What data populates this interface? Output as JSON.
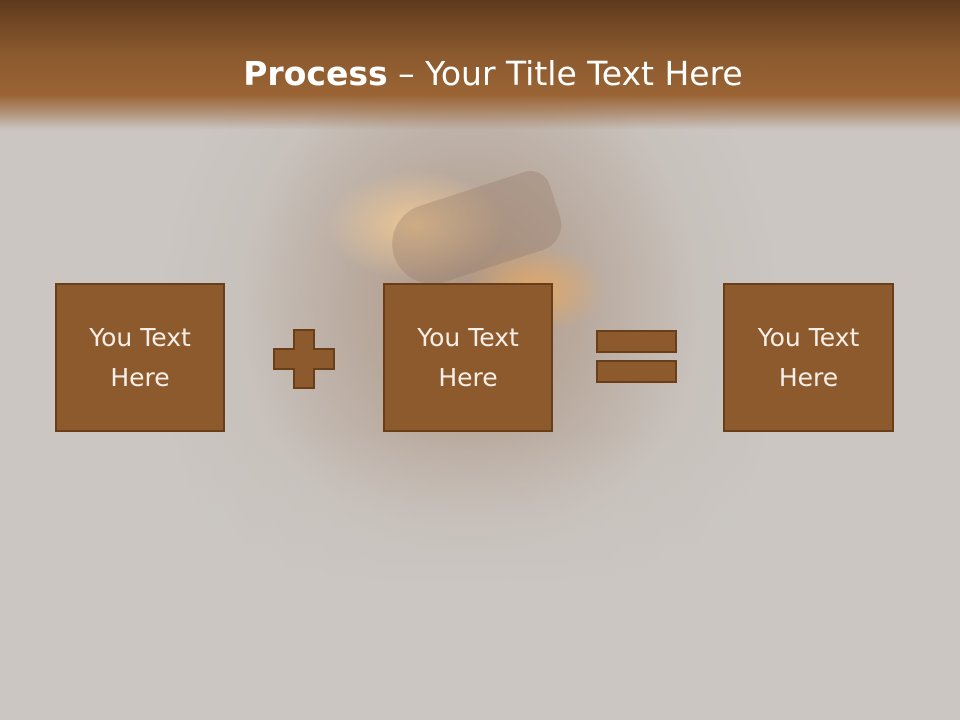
{
  "slide": {
    "title_bold": "Process",
    "title_rest": " – Your Title Text Here"
  },
  "process": {
    "boxes": [
      {
        "text": "You Text Here"
      },
      {
        "text": "You Text Here"
      },
      {
        "text": "You Text Here"
      }
    ],
    "operators": [
      "plus-icon",
      "equals-icon"
    ]
  },
  "colors": {
    "box_fill": "#8d5a2e",
    "box_border": "#6b3e1a",
    "header_top": "#5e3a1d",
    "header_bottom": "#9a6435",
    "background": "#cbc6c2",
    "text_light": "#ffffff"
  }
}
